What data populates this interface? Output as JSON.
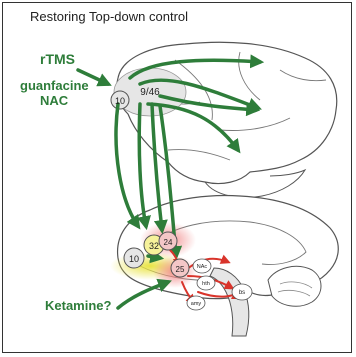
{
  "title": "Restoring Top-down control",
  "treatments": {
    "rtms": "rTMS",
    "guanfacine": "guanfacine",
    "nac": "NAC",
    "ketamine": "Ketamine?"
  },
  "regions": {
    "dlpfc": "9/46",
    "frontal_pole_upper": "10",
    "frontal_pole_lower": "10",
    "cingulate_32": "32",
    "cingulate_24": "24",
    "subgenual_25": "25",
    "nac": "NAc",
    "hth": "hth",
    "amy": "amy",
    "bs": "bs"
  },
  "colors": {
    "topdown_green": "#2e7d3a",
    "bottomup_red": "#d9342b",
    "glow_yellow": "#e8e23a",
    "brain_outline": "#555555",
    "region_fill": "#e6e6e6"
  }
}
